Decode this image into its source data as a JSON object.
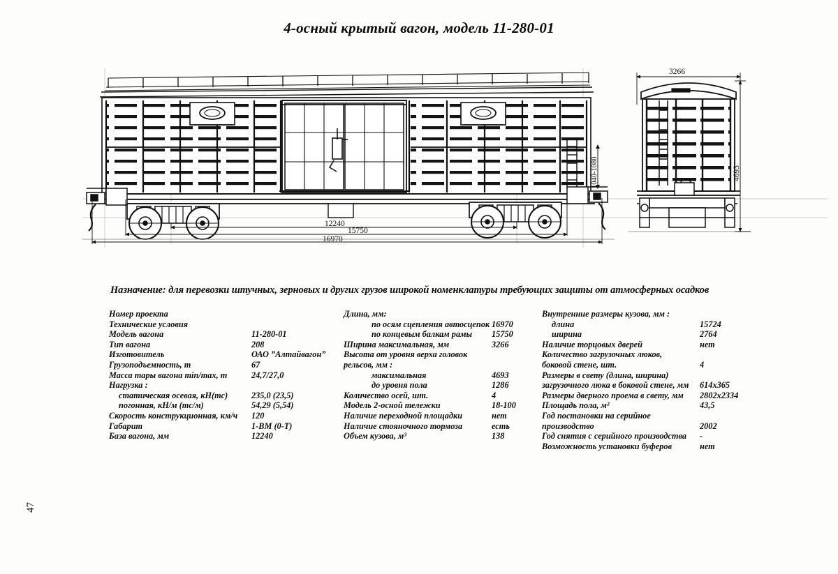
{
  "document": {
    "title": "4-осный крытый вагон, модель 11-280-01",
    "page_number": "47"
  },
  "purpose": {
    "label": "Назначение:",
    "text": "для перевозки штучных, зерновых и других грузов широкой номенклатуры требующих защиты  от атмосферных осадков"
  },
  "drawing": {
    "side_view_dimensions": [
      {
        "name": "wheelbase",
        "value": "12240"
      },
      {
        "name": "end-beams-length",
        "value": "15750"
      },
      {
        "name": "coupler-length",
        "value": "16970"
      }
    ],
    "side_view_vertical_dimension": {
      "name": "floor-height-range",
      "value": "1040-1080"
    },
    "end_view_dimensions": [
      {
        "name": "max-width",
        "value": "3266"
      },
      {
        "name": "max-height",
        "value": "4693"
      }
    ]
  },
  "specs": {
    "left_column": [
      {
        "label": "Номер проекта",
        "value": "",
        "indent": 0
      },
      {
        "label": "Технические условия",
        "value": "",
        "indent": 0
      },
      {
        "label": "Модель вагона",
        "value": "11-280-01",
        "indent": 0
      },
      {
        "label": "Тип вагона",
        "value": "208",
        "indent": 0
      },
      {
        "label": "Изготовитель",
        "value": "ОАО ”Алтайвагон”",
        "indent": 0
      },
      {
        "label": "Грузоподъемность, т",
        "value": "67",
        "indent": 0
      },
      {
        "label": "Масса тары вагона min/max, т",
        "value": "24,7/27,0",
        "indent": 0
      },
      {
        "label": "Нагрузка :",
        "value": "",
        "indent": 0
      },
      {
        "label": "статическая осевая, кН(тс)",
        "value": "235,0 (23,5)",
        "indent": 1
      },
      {
        "label": "погонная, кН/м (тс/м)",
        "value": "54,29 (5,54)",
        "indent": 1
      },
      {
        "label": "Скорость конструкционная, км/ч",
        "value": "120",
        "indent": 0
      },
      {
        "label": "Габарит",
        "value": "1-ВМ (0-Т)",
        "indent": 0
      },
      {
        "label": "База вагона, мм",
        "value": "12240",
        "indent": 0
      }
    ],
    "middle_column": [
      {
        "label": "Длина, мм:",
        "value": "",
        "indent": 0
      },
      {
        "label": "по осям сцепления автосцепок",
        "value": "16970",
        "indent": 2
      },
      {
        "label": "по концевым балкам рамы",
        "value": "15750",
        "indent": 2
      },
      {
        "label": "Ширина максимальная, мм",
        "value": "3266",
        "indent": 0
      },
      {
        "label": "Высота от уровня верха головок",
        "value": "",
        "indent": 0
      },
      {
        "label": "рельсов, мм :",
        "value": "",
        "indent": 0
      },
      {
        "label": "максимальная",
        "value": "4693",
        "indent": 2
      },
      {
        "label": "до уровня пола",
        "value": "1286",
        "indent": 2
      },
      {
        "label": "Количество осей, шт.",
        "value": "4",
        "indent": 0
      },
      {
        "label": "Модель 2-осной тележки",
        "value": "18-100",
        "indent": 0
      },
      {
        "label": "Наличие переходной площадки",
        "value": "нет",
        "indent": 0
      },
      {
        "label": "Наличие стояночного тормоза",
        "value": "есть",
        "indent": 0
      },
      {
        "label": "Объем кузова, м³",
        "value": "138",
        "indent": 0
      }
    ],
    "right_column": [
      {
        "label": "Внутренние размеры кузова, мм :",
        "value": "",
        "indent": 0
      },
      {
        "label": "длина",
        "value": "15724",
        "indent": 1
      },
      {
        "label": "ширина",
        "value": "2764",
        "indent": 1
      },
      {
        "label": "Наличие торцовых дверей",
        "value": "нет",
        "indent": 0
      },
      {
        "label": "Количество загрузочных люков,",
        "value": "",
        "indent": 0
      },
      {
        "label": "боковой стене, шт.",
        "value": "4",
        "indent": 0
      },
      {
        "label": "Размеры в свету  (длина, ширина)",
        "value": "",
        "indent": 0
      },
      {
        "label": "загрузочного люка в боковой стене, мм",
        "value": "614х365",
        "indent": 0
      },
      {
        "label": "Размеры дверного проема в свету, мм",
        "value": "2802х2334",
        "indent": 0
      },
      {
        "label": "Площадь пола, м²",
        "value": "43,5",
        "indent": 0
      },
      {
        "label": "Год постановки на серийное",
        "value": "",
        "indent": 0
      },
      {
        "label": "производство",
        "value": "2002",
        "indent": 0
      },
      {
        "label": "Год снятия с серийного производства",
        "value": "-",
        "indent": 0
      },
      {
        "label": "Возможность установки буферов",
        "value": "нет",
        "indent": 0
      }
    ]
  },
  "colors": {
    "ink": "#0d0d0d",
    "paper": "#fdfdfb"
  }
}
